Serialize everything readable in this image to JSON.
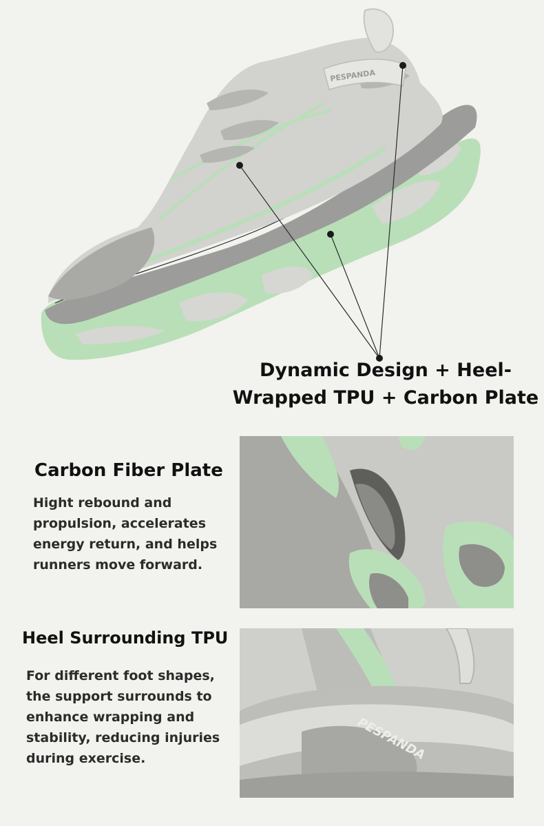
{
  "colors": {
    "background": "#f2f2ee",
    "sole_green": "#b9dfb8",
    "upper_gray": "#d2d2cf",
    "midsole_gray": "#9c9c9a",
    "text": "#111111"
  },
  "hero": {
    "brand": "PESPANDA",
    "callout_text": "Dynamic Design + Heel-Wrapped TPU + Carbon Plate"
  },
  "features": [
    {
      "title": "Carbon Fiber Plate",
      "description": "Hight rebound and propulsion, accelerates energy return, and helps runners move forward."
    },
    {
      "title": "Heel Surrounding TPU",
      "description": "For different foot shapes, the support surrounds to enhance wrapping and stability, reducing injuries during exercise."
    }
  ],
  "detail_photo_2": {
    "brand": "PESPANDA"
  },
  "icons": [
    "shoe-hero-image",
    "carbon-plate-closeup-image",
    "heel-tpu-closeup-image"
  ]
}
